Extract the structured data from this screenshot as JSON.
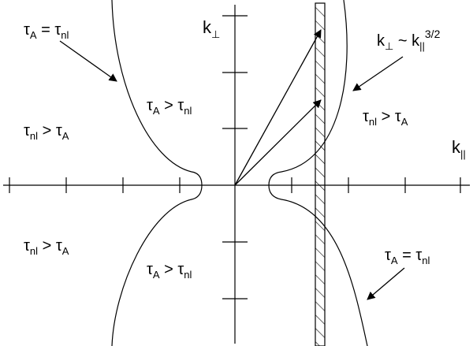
{
  "axes": {
    "k_perp": {
      "base": "k",
      "sub": "⊥"
    },
    "k_par": {
      "base": "k",
      "sub": "||"
    }
  },
  "labels": {
    "balance_upper_left": {
      "lhs_base": "τ",
      "lhs_sub": "A",
      "op": " = ",
      "rhs_base": "τ",
      "rhs_sub": "nl"
    },
    "balance_lower_right": {
      "lhs_base": "τ",
      "lhs_sub": "A",
      "op": " = ",
      "rhs_base": "τ",
      "rhs_sub": "nl"
    },
    "inner_upper": {
      "lhs_base": "τ",
      "lhs_sub": "A",
      "op": " > ",
      "rhs_base": "τ",
      "rhs_sub": "nl"
    },
    "inner_lower": {
      "lhs_base": "τ",
      "lhs_sub": "A",
      "op": " > ",
      "rhs_base": "τ",
      "rhs_sub": "nl"
    },
    "outer_left_upper": {
      "lhs_base": "τ",
      "lhs_sub": "nl",
      "op": " > ",
      "rhs_base": "τ",
      "rhs_sub": "A"
    },
    "outer_left_lower": {
      "lhs_base": "τ",
      "lhs_sub": "nl",
      "op": " > ",
      "rhs_base": "τ",
      "rhs_sub": "A"
    },
    "outer_right_upper": {
      "lhs_base": "τ",
      "lhs_sub": "nl",
      "op": " > ",
      "rhs_base": "τ",
      "rhs_sub": "A"
    },
    "scaling": {
      "lhs_base": "k",
      "lhs_sub": "⊥",
      "op": " ~ ",
      "rhs_base": "k",
      "rhs_sub": "||",
      "rhs_sup": "3/2"
    }
  },
  "colors": {
    "ink": "#000000",
    "background": "#ffffff"
  }
}
